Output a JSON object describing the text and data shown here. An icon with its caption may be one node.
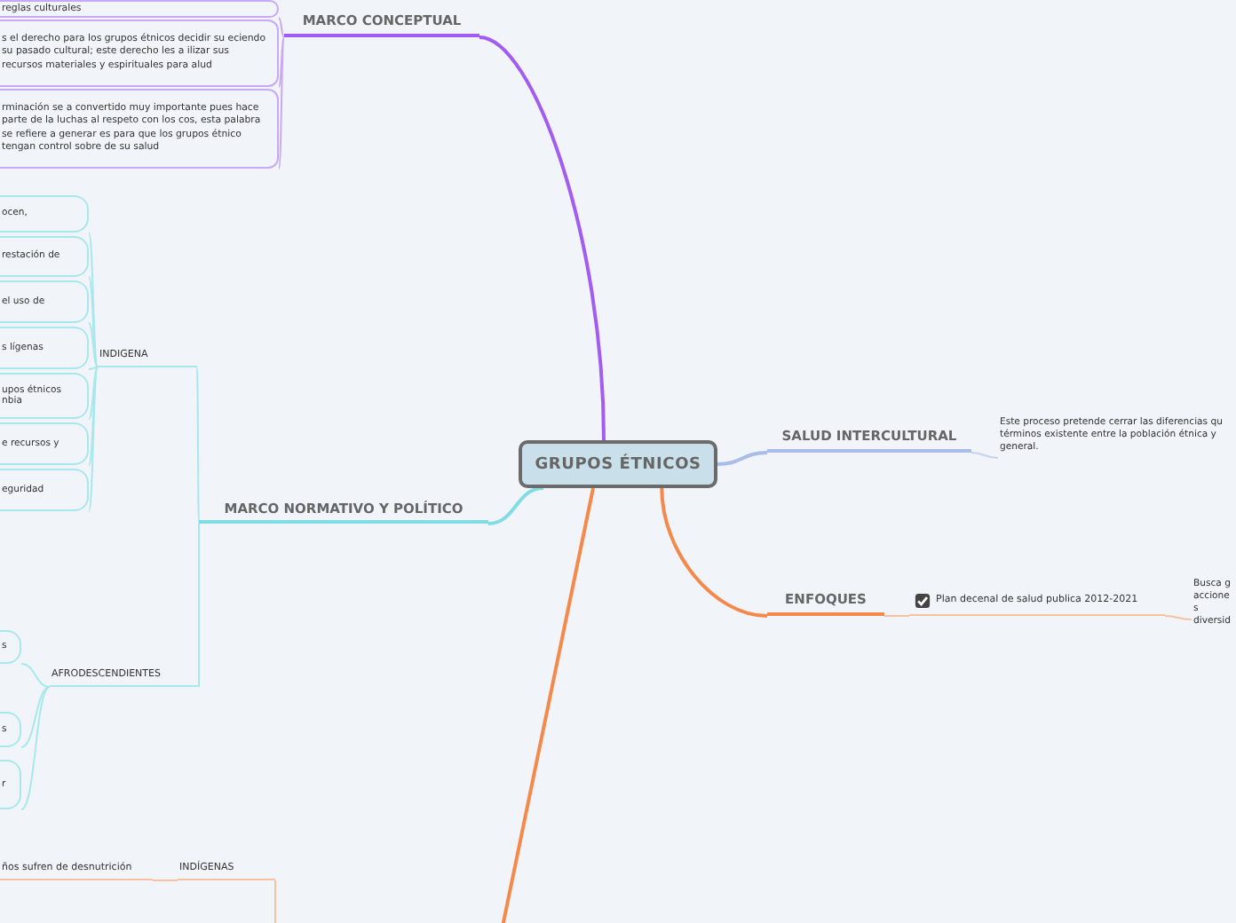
{
  "diagram": {
    "nodes": [
      {
        "text": [
          "GRUPOS ÉTNICOS"
        ]
      },
      {
        "text": [
          "MARCO CONCEPTUAL"
        ]
      },
      {
        "text": [
          "reglas culturales"
        ]
      },
      {
        "text": [
          "s el derecho para los grupos étnicos decidir su eciendo su pasado cultural; este derecho les a ilizar sus recursos materiales y espirituales para alud"
        ]
      },
      {
        "text": [
          "rminación se a convertido muy importante pues hace parte de la luchas al respeto con los cos, esta palabra se refiere a generar es para que los grupos étnico tengan control sobre de su salud"
        ]
      },
      {
        "text": [
          "MARCO NORMATIVO Y POLÍTICO"
        ]
      },
      {
        "text": [
          "INDIGENA"
        ]
      },
      {
        "text": [
          "ocen,"
        ]
      },
      {
        "text": [
          "restación de"
        ]
      },
      {
        "text": [
          "el uso de"
        ]
      },
      {
        "text": [
          "s lígenas"
        ]
      },
      {
        "text": [
          "upos étnicos nbia"
        ]
      },
      {
        "text": [
          "e recursos y"
        ]
      },
      {
        "text": [
          "eguridad"
        ]
      },
      {
        "text": [
          "AFRODESCENDIENTES"
        ]
      },
      {
        "text": [
          "s"
        ]
      },
      {
        "text": [
          "s"
        ]
      },
      {
        "text": [
          "r"
        ]
      },
      {
        "text": [
          "INDÍGENAS"
        ]
      },
      {
        "text": [
          "ños sufren de desnutrición"
        ]
      },
      {
        "text": [
          "SALUD INTERCULTURAL"
        ]
      },
      {
        "text": [
          "Este proceso pretende cerrar las diferencias qu términos existente entre la población étnica y general."
        ]
      },
      {
        "text": [
          "ENFOQUES"
        ]
      },
      {
        "text": [
          "Plan decenal de salud publica 2012-2021"
        ]
      },
      {
        "text": [
          "Busca g acciones diversid"
        ]
      }
    ],
    "edges": [
      {
        "from": 0,
        "to": 1,
        "arrow": "none",
        "color": "#a25cf2"
      },
      {
        "from": 1,
        "to": 2,
        "arrow": "none",
        "color": "#c9a8f5"
      },
      {
        "from": 1,
        "to": 3,
        "arrow": "none",
        "color": "#c9a8f5"
      },
      {
        "from": 1,
        "to": 4,
        "arrow": "none",
        "color": "#c9a8f5"
      },
      {
        "from": 0,
        "to": 5,
        "arrow": "none",
        "color": "#7fdde3"
      },
      {
        "from": 5,
        "to": 6,
        "arrow": "none",
        "color": "#a8e8ec"
      },
      {
        "from": 5,
        "to": 14,
        "arrow": "none",
        "color": "#a8e8ec"
      },
      {
        "from": 6,
        "to": 7,
        "arrow": "none",
        "color": "#a8e8ec"
      },
      {
        "from": 6,
        "to": 8,
        "arrow": "none",
        "color": "#a8e8ec"
      },
      {
        "from": 6,
        "to": 9,
        "arrow": "none",
        "color": "#a8e8ec"
      },
      {
        "from": 6,
        "to": 10,
        "arrow": "none",
        "color": "#a8e8ec"
      },
      {
        "from": 6,
        "to": 11,
        "arrow": "none",
        "color": "#a8e8ec"
      },
      {
        "from": 6,
        "to": 12,
        "arrow": "none",
        "color": "#a8e8ec"
      },
      {
        "from": 6,
        "to": 13,
        "arrow": "none",
        "color": "#a8e8ec"
      },
      {
        "from": 14,
        "to": 15,
        "arrow": "none",
        "color": "#a8e8ec"
      },
      {
        "from": 14,
        "to": 16,
        "arrow": "none",
        "color": "#a8e8ec"
      },
      {
        "from": 14,
        "to": 17,
        "arrow": "none",
        "color": "#a8e8ec"
      },
      {
        "from": 0,
        "to": null,
        "arrow": "none",
        "color": "#f5894a"
      },
      {
        "from": null,
        "to": 18,
        "arrow": "none",
        "color": "#f8c0a0"
      },
      {
        "from": 18,
        "to": 19,
        "arrow": "none",
        "color": "#f8c0a0"
      },
      {
        "from": 0,
        "to": 20,
        "arrow": "none",
        "color": "#a9bde8"
      },
      {
        "from": 20,
        "to": 21,
        "arrow": "none",
        "color": "#c5d3f0"
      },
      {
        "from": 0,
        "to": 22,
        "arrow": "none",
        "color": "#f5894a"
      },
      {
        "from": 22,
        "to": 23,
        "arrow": "none",
        "color": "#f8c0a0"
      },
      {
        "from": 23,
        "to": 24,
        "arrow": "none",
        "color": "#f8c0a0"
      }
    ]
  }
}
